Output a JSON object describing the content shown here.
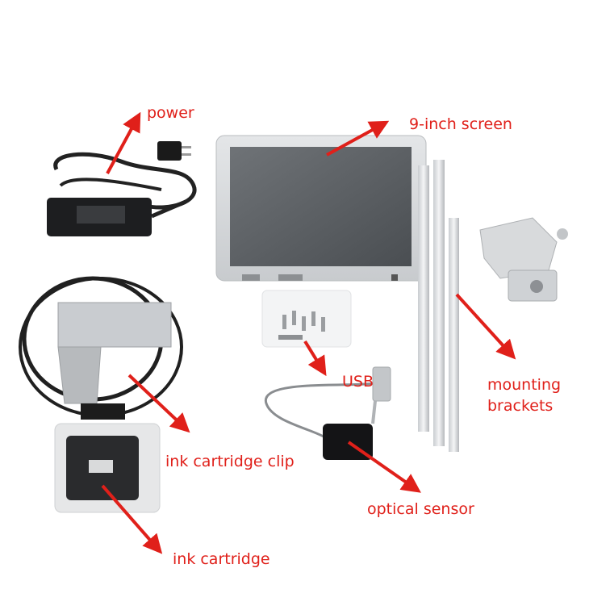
{
  "colors": {
    "label": "#e0201a",
    "arrow": "#e0201a",
    "background": "#ffffff"
  },
  "labels": {
    "power": "power",
    "screen": "9-inch screen",
    "usb": "USB",
    "mounting_line1": "mounting",
    "mounting_line2": "brackets",
    "clip": "ink cartridge clip",
    "sensor": "optical sensor",
    "cartridge": "ink cartridge"
  }
}
